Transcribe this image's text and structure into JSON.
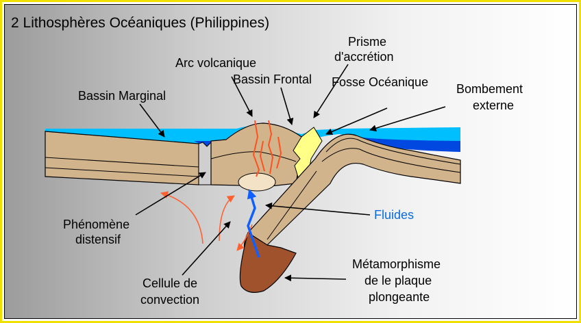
{
  "title": "2 Lithosphères Océaniques (Philippines)",
  "labels": {
    "arc_volcanique": "Arc volcanique",
    "prisme_line1": "Prisme",
    "prisme_line2": "d'accrétion",
    "bassin_frontal": "Bassin Frontal",
    "fosse_oceanique": "Fosse Océanique",
    "bassin_marginal": "Bassin Marginal",
    "bombement_line1": "Bombement",
    "bombement_line2": "externe",
    "fluides": "Fluides",
    "phenomene_line1": "Phénomène",
    "phenomene_line2": "distensif",
    "cellule_line1": "Cellule de",
    "cellule_line2": "convection",
    "metamorphisme_line1": "Métamorphisme",
    "metamorphisme_line2": "de le plaque",
    "metamorphisme_line3": "plongeante"
  },
  "colors": {
    "frame_border": "#f0e000",
    "ocean_light": "#00bfff",
    "ocean_dark": "#0048e0",
    "crust": "#d2b48c",
    "slab_metamorphic": "#a0522d",
    "prism": "#ffff88",
    "convection_arrows": "#ff6030",
    "fluid": "#1060ff",
    "fluides_label": "#0a6ad8"
  }
}
